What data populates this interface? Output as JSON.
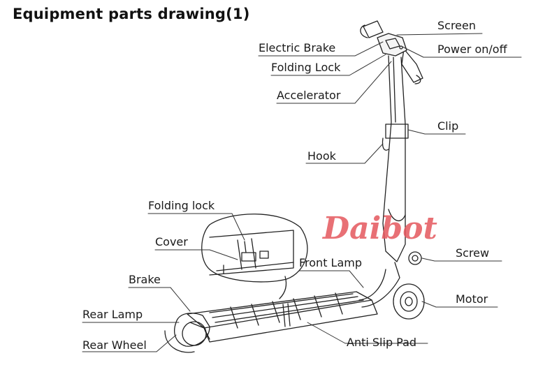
{
  "title": "Equipment parts drawing(1)",
  "watermark": "Daibot",
  "labels": {
    "screen": "Screen",
    "power": "Power on/off",
    "electric_brake": "Electric Brake",
    "folding_lock_top": "Folding Lock",
    "accelerator": "Accelerator",
    "clip": "Clip",
    "hook": "Hook",
    "folding_lock_detail": "Folding lock",
    "cover": "Cover",
    "screw": "Screw",
    "front_lamp": "Front Lamp",
    "brake": "Brake",
    "motor": "Motor",
    "rear_lamp": "Rear Lamp",
    "anti_slip_pad": "Anti Slip Pad",
    "rear_wheel": "Rear Wheel"
  }
}
